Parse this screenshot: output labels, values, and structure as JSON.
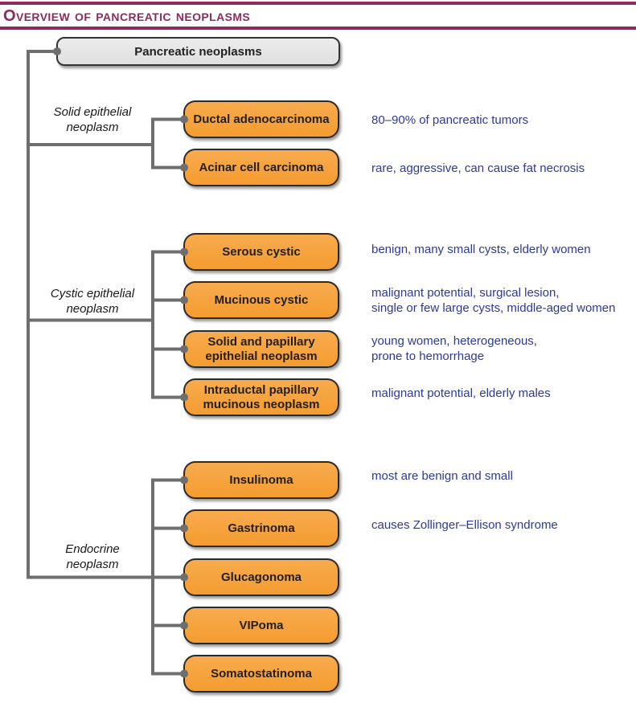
{
  "title": "Overview of pancreatic neoplasms",
  "colors": {
    "accent": "#8d2b5e",
    "node_orange_top": "#f8ab4e",
    "node_orange_bottom": "#f49c30",
    "connector_gray": "#6e6e6e",
    "annotation_blue": "#2d3a96",
    "node_text": "#231f1e"
  },
  "root": {
    "label": "Pancreatic neoplasms"
  },
  "branches": [
    {
      "label": "Solid epithelial\nneoplasm",
      "children": [
        {
          "label": "Ductal adenocarcinoma",
          "note": "80–90% of pancreatic tumors"
        },
        {
          "label": "Acinar cell carcinoma",
          "note": "rare, aggressive, can cause fat necrosis"
        }
      ]
    },
    {
      "label": "Cystic epithelial\nneoplasm",
      "children": [
        {
          "label": "Serous cystic",
          "note": "benign, many small cysts, elderly women"
        },
        {
          "label": "Mucinous cystic",
          "note": "malignant potential, surgical lesion,\nsingle or few large cysts, middle-aged women"
        },
        {
          "label": "Solid and papillary\nepithelial neoplasm",
          "note": "young women, heterogeneous,\nprone to hemorrhage"
        },
        {
          "label": "Intraductal papillary\nmucinous neoplasm",
          "note": "malignant potential, elderly males"
        }
      ]
    },
    {
      "label": "Endocrine\nneoplasm",
      "children": [
        {
          "label": "Insulinoma",
          "note": "most are benign and small"
        },
        {
          "label": "Gastrinoma",
          "note": "causes Zollinger–Ellison syndrome"
        },
        {
          "label": "Glucagonoma"
        },
        {
          "label": "VIPoma"
        },
        {
          "label": "Somatostatinoma"
        }
      ]
    }
  ]
}
